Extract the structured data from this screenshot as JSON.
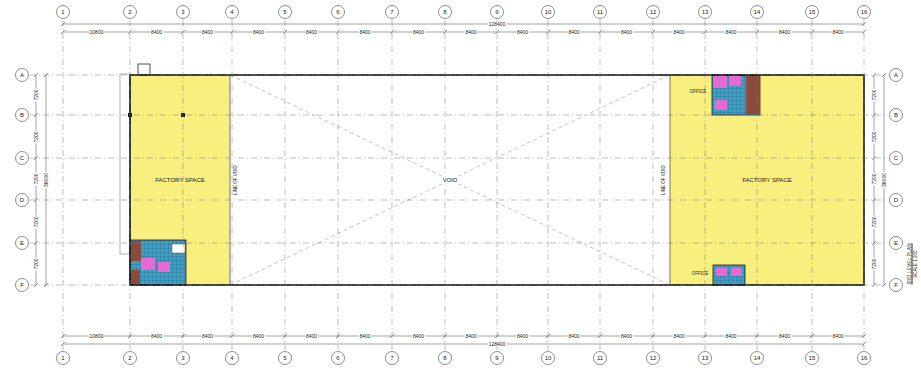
{
  "diagram": {
    "nodes": [
      {
        "text": [
          "FACTORY SPACE"
        ]
      },
      {
        "text": [
          "VOID"
        ]
      },
      {
        "text": [
          "FACTORY SPACE"
        ]
      }
    ],
    "labels": [
      "1",
      "2",
      "3",
      "4",
      "5",
      "6",
      "7",
      "8",
      "9",
      "10",
      "11",
      "12",
      "13",
      "14",
      "15",
      "16",
      "1",
      "2",
      "3",
      "4",
      "5",
      "6",
      "7",
      "8",
      "9",
      "10",
      "11",
      "12",
      "13",
      "14",
      "15",
      "16",
      "A",
      "B",
      "C",
      "D",
      "E",
      "F",
      "A",
      "B",
      "C",
      "D",
      "E",
      "F",
      "10800",
      "8400",
      "8400",
      "8400",
      "8400",
      "8400",
      "8400",
      "8400",
      "8400",
      "8400",
      "8400",
      "8400",
      "8400",
      "8400",
      "8400",
      "10800",
      "8400",
      "8400",
      "8400",
      "8400",
      "8400",
      "8400",
      "8400",
      "8400",
      "8400",
      "8400",
      "8400",
      "8400",
      "8400",
      "8400",
      "128400",
      "128400",
      "7200",
      "7200",
      "7200",
      "7200",
      "7200",
      "36000",
      "7200",
      "7200",
      "7200",
      "7200",
      "7200",
      "36000",
      "3RD LEVEL PLAN",
      "SCALE 1:200",
      "LINE OF VOID",
      "LINE OF VOID",
      "OFFICE",
      "OFFICE"
    ]
  }
}
